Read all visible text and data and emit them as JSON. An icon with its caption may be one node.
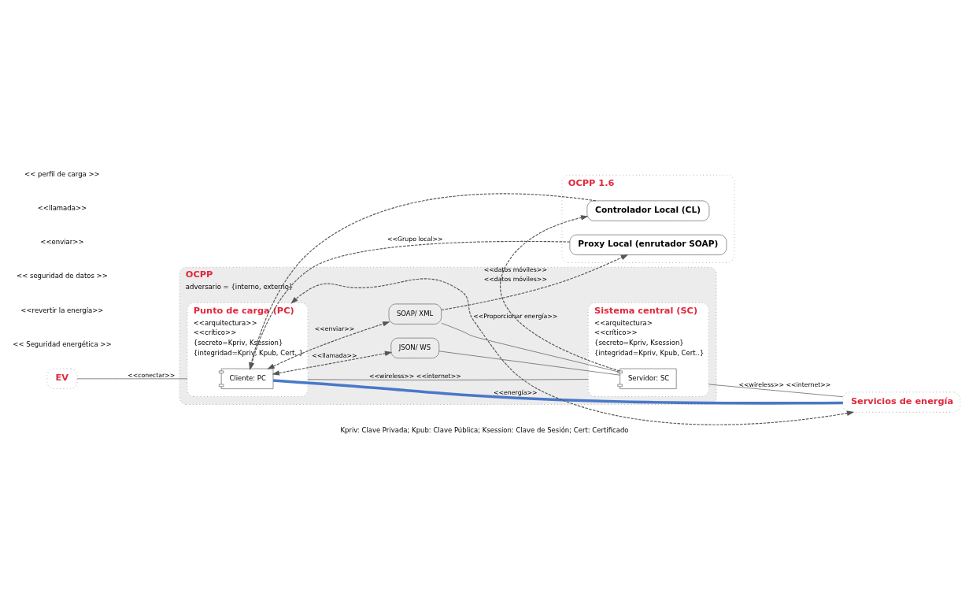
{
  "diagram": {
    "caption": "Kpriv: Clave Privada; Kpub: Clave Pública; Ksession: Clave de Sesión; Cert: Certificado",
    "nodes": [
      {
        "text": [
          "EV"
        ]
      },
      {
        "text": [
          "OCPP",
          "adversario = {interno, externo}"
        ]
      },
      {
        "text": [
          "Punto de carga (PC)",
          "<<arquitectura>>",
          "<<crítico>>",
          "{secreto=Kpriv, Ksession}",
          "{integridad=Kpriv, Kpub, Cert..}"
        ],
        "in": 1
      },
      {
        "text": [
          "Cliente: PC"
        ],
        "in": 2
      },
      {
        "text": [
          "Sistema central (SC)",
          "<<arquitectura>",
          "<<crítico>>",
          "{secreto=Kpriv, Ksession}",
          "{integridad=Kpriv, Kpub, Cert..}"
        ],
        "in": 1
      },
      {
        "text": [
          "Servidor: SC"
        ],
        "in": 4
      },
      {
        "text": [
          "JSON/ WS"
        ],
        "in": 1
      },
      {
        "text": [
          "SOAP/ XML"
        ],
        "in": 1
      },
      {
        "text": [
          "Servicios de energía"
        ]
      },
      {
        "text": [
          "OCPP 1.6"
        ]
      },
      {
        "text": [
          "Proxy Local (enrutador SOAP)"
        ],
        "in": 9
      },
      {
        "text": [
          "Controlador Local (CL)"
        ],
        "in": 9
      }
    ],
    "edges": [
      {
        "from": 0,
        "to": 2,
        "arrow": "none",
        "label": "<<conectar>>"
      },
      {
        "from": 2,
        "to": 4,
        "arrow": "none",
        "label": "<<wireless>> <<internet>>"
      },
      {
        "from": 4,
        "to": 8,
        "arrow": "none",
        "label": "<<wireless>> <<internet>>"
      },
      {
        "from": 8,
        "to": 2,
        "arrow": "both",
        "style": "dashed",
        "label": "<<Proporcionar energía>>"
      },
      {
        "from": 3,
        "to": 6,
        "arrow": "both",
        "style": "dashed",
        "label": "<<llamada>>"
      },
      {
        "from": 3,
        "to": 7,
        "arrow": "both",
        "style": "dashed",
        "label": "<<enviar>>"
      },
      {
        "from": 6,
        "to": 5,
        "arrow": "none"
      },
      {
        "from": 7,
        "to": 5,
        "arrow": "none"
      },
      {
        "from": 3,
        "to": 8,
        "arrow": "none",
        "style": "thick",
        "color": "#4a78c8",
        "label": "<<energía>>"
      },
      {
        "from": 7,
        "to": 10,
        "arrow": "to",
        "style": "dashed",
        "label": "<<datos móviles>>"
      },
      {
        "from": 5,
        "to": 11,
        "arrow": "to",
        "style": "dashed",
        "label": "<<datos móviles>>"
      },
      {
        "from": 10,
        "to": 3,
        "arrow": "to",
        "style": "dashed",
        "label": "<<Grupo local>>"
      },
      {
        "from": 11,
        "to": 3,
        "arrow": "to",
        "style": "dashed"
      }
    ],
    "labels": [
      "<< Seguridad energética >>",
      "<<revertir la energía>>",
      "<< seguridad de datos >>",
      "<<enviar>>",
      "<<llamada>>",
      "<< perfil de carga >>"
    ]
  }
}
